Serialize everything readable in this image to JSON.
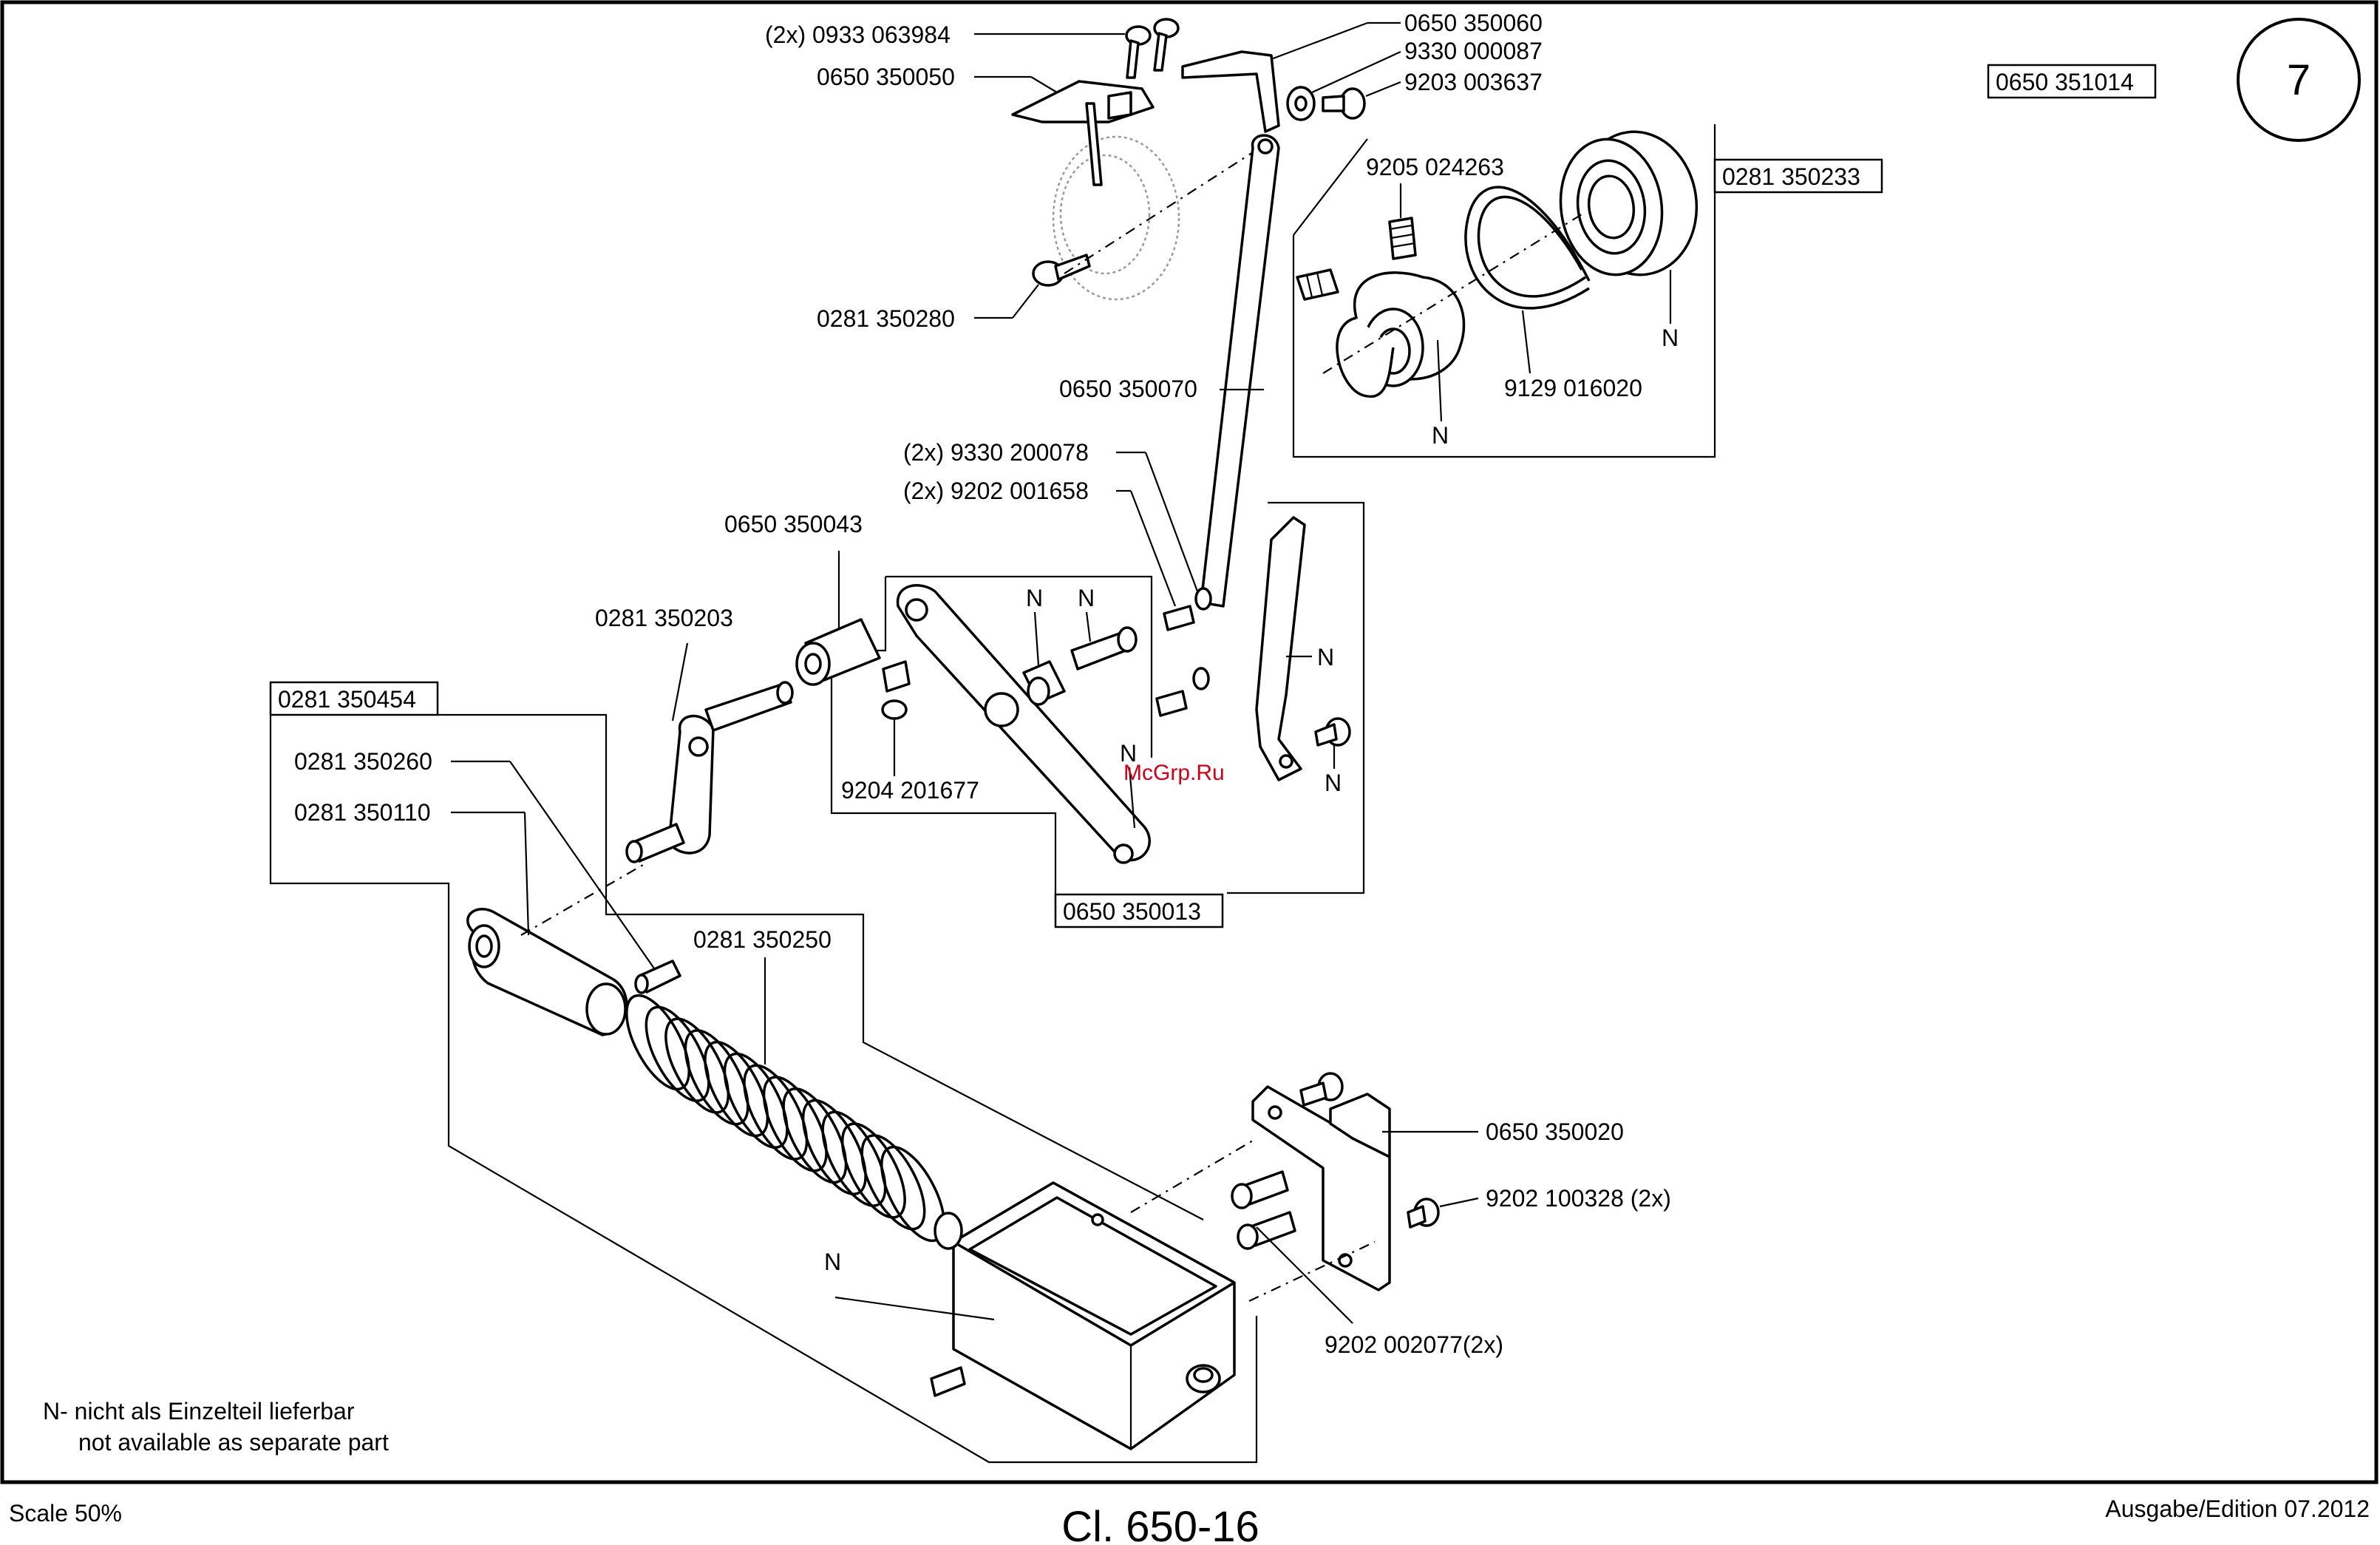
{
  "parts": {
    "p0933_063984": "(2x) 0933 063984",
    "p0650_350050": "0650 350050",
    "p0650_350060": "0650 350060",
    "p9330_000087": "9330 000087",
    "p9203_003637": "9203 003637",
    "p0650_351014": "0650 351014",
    "p0281_350233": "0281 350233",
    "p9205_024263": "9205 024263",
    "p0281_350280": "0281 350280",
    "p0650_350070": "0650 350070",
    "p9129_016020": "9129 016020",
    "p9330_200078": "(2x) 9330 200078",
    "p9202_001658": "(2x) 9202 001658",
    "p0650_350043": "0650 350043",
    "p0281_350203": "0281 350203",
    "p0281_350454": "0281 350454",
    "p0281_350260": "0281 350260",
    "p0281_350110": "0281 350110",
    "p9204_201677": "9204 201677",
    "p0650_350013": "0650 350013",
    "p0281_350250": "0281 350250",
    "p0650_350020": "0650 350020",
    "p9202_100328": "9202 100328 (2x)",
    "p9202_002077": "9202 002077(2x)"
  },
  "n_marker": "N",
  "page_number": "7",
  "watermark": "McGrp.Ru",
  "note": {
    "line1": "N- nicht als Einzelteil lieferbar",
    "line2": "not available as separate part"
  },
  "footer": {
    "scale": "Scale 50%",
    "title": "Cl. 650-16",
    "edition": "Ausgabe/Edition   07.2012"
  }
}
